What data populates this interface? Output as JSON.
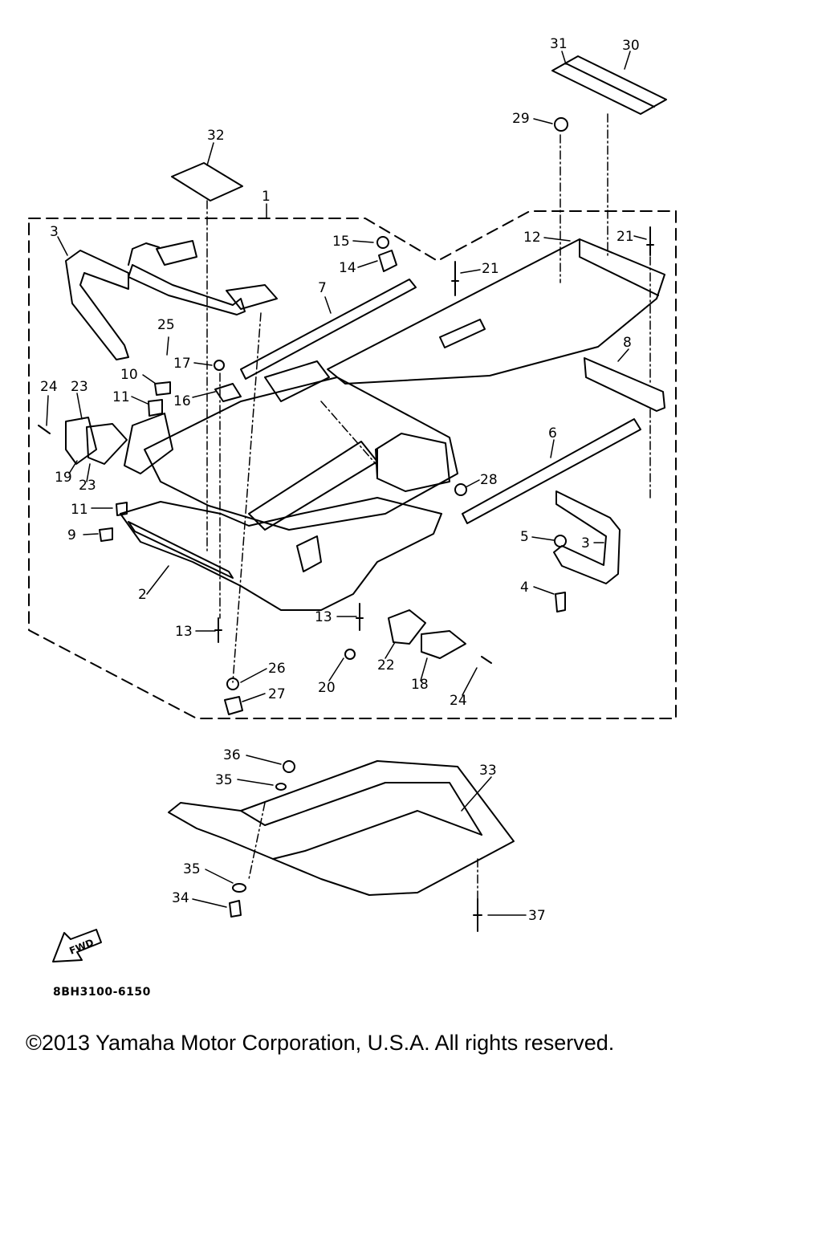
{
  "diagram": {
    "part_code": "8BH3100-6150",
    "fwd_label": "FWD",
    "callouts": {
      "c1": "1",
      "c2": "2",
      "c3a": "3",
      "c3b": "3",
      "c4": "4",
      "c5": "5",
      "c6": "6",
      "c7": "7",
      "c8": "8",
      "c9": "9",
      "c10": "10",
      "c11a": "11",
      "c11b": "11",
      "c12": "12",
      "c13a": "13",
      "c13b": "13",
      "c14": "14",
      "c15": "15",
      "c16": "16",
      "c17": "17",
      "c18": "18",
      "c19": "19",
      "c20": "20",
      "c21a": "21",
      "c21b": "21",
      "c22": "22",
      "c23a": "23",
      "c23b": "23",
      "c24a": "24",
      "c24b": "24",
      "c25": "25",
      "c26": "26",
      "c27": "27",
      "c28": "28",
      "c29": "29",
      "c30": "30",
      "c31": "31",
      "c32": "32",
      "c33": "33",
      "c34": "34",
      "c35a": "35",
      "c35b": "35",
      "c36": "36",
      "c37": "37"
    }
  },
  "copyright": "©2013 Yamaha Motor Corporation, U.S.A. All rights reserved."
}
